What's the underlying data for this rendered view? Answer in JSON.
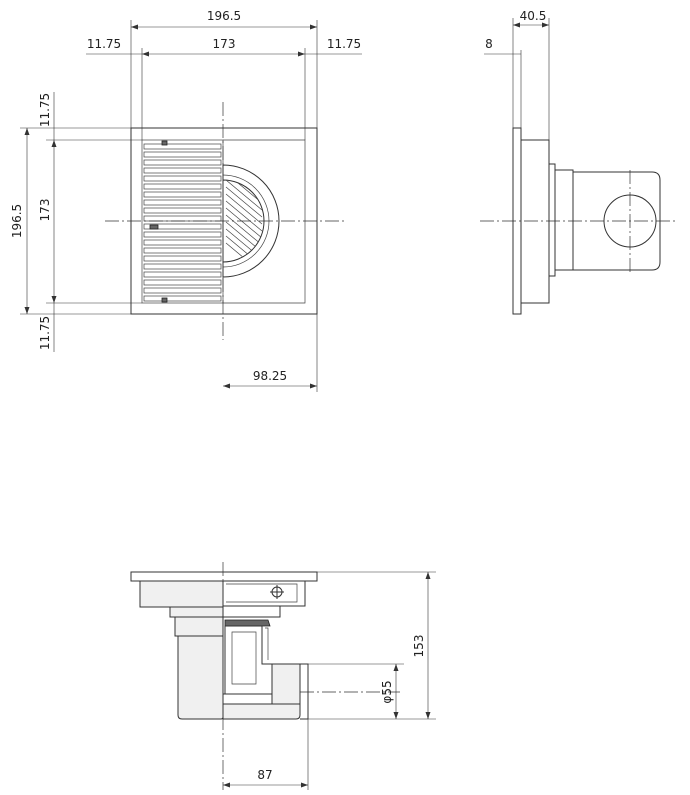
{
  "drawing": {
    "dimensions": {
      "top_overall_width": "196.5",
      "top_inner_width": "173",
      "top_left_margin": "11.75",
      "top_right_margin": "11.75",
      "left_overall_height": "196.5",
      "left_inner_height": "173",
      "left_top_margin": "11.75",
      "left_bottom_margin": "11.75",
      "half_width": "98.25",
      "side_depth": "40.5",
      "side_flange": "8",
      "section_height": "153",
      "outlet_diameter": "φ55",
      "outlet_offset": "87"
    }
  }
}
